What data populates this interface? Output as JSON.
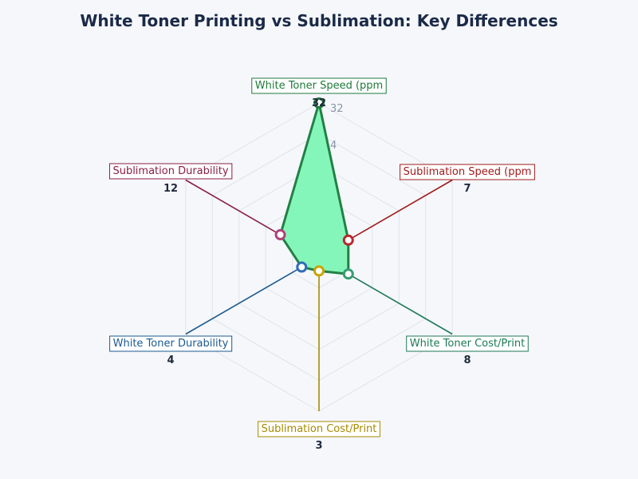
{
  "chart_data": {
    "type": "radar",
    "title": "White Toner Printing vs Sublimation: Key Differences",
    "axes": [
      {
        "label": "White Toner Speed (ppm",
        "value": 32,
        "color": "#1f7a3a"
      },
      {
        "label": "Sublimation Speed (ppm",
        "value": 7,
        "color": "#a11b1b"
      },
      {
        "label": "White Toner Cost/Print",
        "value": 8,
        "color": "#1d7a55"
      },
      {
        "label": "Sublimation Cost/Print",
        "value": 3,
        "color": "#a68a00"
      },
      {
        "label": "White Toner Durability",
        "value": 4,
        "color": "#1b5a8f"
      },
      {
        "label": "Sublimation Durability",
        "value": 12,
        "color": "#8a1f45"
      }
    ],
    "marker_colors": [
      "#1f7a3a",
      "#b8282d",
      "#3a9c70",
      "#c9a400",
      "#2d6db3",
      "#b0417a"
    ],
    "radial_ticks": [
      "4",
      "32"
    ],
    "rmax": 32,
    "grid": true,
    "fill_color": "#7ef5b5",
    "line_color": "#238046"
  }
}
